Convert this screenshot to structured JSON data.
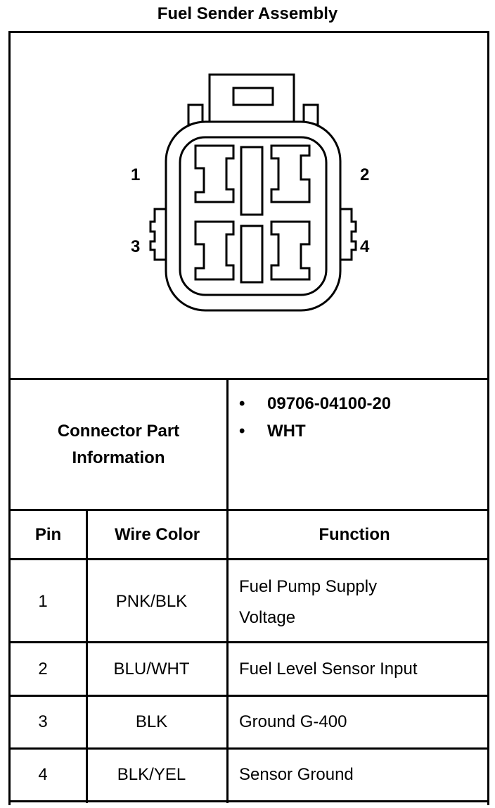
{
  "title": "Fuel Sender Assembly",
  "connector_pins": [
    "1",
    "2",
    "3",
    "4"
  ],
  "part_info": {
    "label": "Connector Part Information",
    "items": [
      "09706-04100-20",
      "WHT"
    ]
  },
  "table": {
    "headers": [
      "Pin",
      "Wire Color",
      "Function"
    ],
    "rows": [
      {
        "pin": "1",
        "wire_color": "PNK/BLK",
        "function": "Fuel Pump Supply Voltage"
      },
      {
        "pin": "2",
        "wire_color": "BLU/WHT",
        "function": "Fuel Level Sensor Input"
      },
      {
        "pin": "3",
        "wire_color": "BLK",
        "function": "Ground G-400"
      },
      {
        "pin": "4",
        "wire_color": "BLK/YEL",
        "function": "Sensor Ground"
      }
    ]
  }
}
